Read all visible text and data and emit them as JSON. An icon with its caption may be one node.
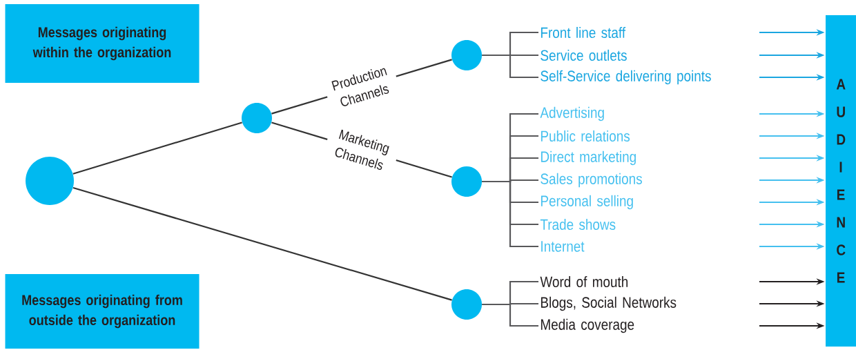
{
  "diagram": {
    "nodes": [
      {
        "text": [
          "Messages originating within the organization"
        ]
      },
      {
        "text": [
          "Messages originating from outside the organization"
        ]
      },
      {
        "text": [],
        "shape": "circle"
      },
      {
        "text": [],
        "shape": "circle"
      },
      {
        "text": [],
        "shape": "circle"
      },
      {
        "text": [],
        "shape": "circle"
      },
      {
        "text": [],
        "shape": "circle"
      },
      {
        "text": [
          "Front line staff"
        ]
      },
      {
        "text": [
          "Service outlets"
        ]
      },
      {
        "text": [
          "Self-Service delivering points"
        ]
      },
      {
        "text": [
          "Advertising"
        ]
      },
      {
        "text": [
          "Public relations"
        ]
      },
      {
        "text": [
          "Direct marketing"
        ]
      },
      {
        "text": [
          "Sales promotions"
        ]
      },
      {
        "text": [
          "Personal selling"
        ]
      },
      {
        "text": [
          "Trade shows"
        ]
      },
      {
        "text": [
          "Internet"
        ]
      },
      {
        "text": [
          "Word of mouth"
        ]
      },
      {
        "text": [
          "Blogs, Social Networks"
        ]
      },
      {
        "text": [
          "Media coverage"
        ]
      },
      {
        "text": [
          "AUDIENCE"
        ]
      }
    ],
    "edges": [
      {
        "from": 2,
        "to": 3,
        "arrow": "none"
      },
      {
        "from": 2,
        "to": 6,
        "arrow": "none"
      },
      {
        "from": 3,
        "to": 4,
        "arrow": "none",
        "label": "Production Channels"
      },
      {
        "from": 3,
        "to": 5,
        "arrow": "none",
        "label": "Marketing Channels"
      },
      {
        "from": 4,
        "to": 7,
        "arrow": "none"
      },
      {
        "from": 4,
        "to": 8,
        "arrow": "none"
      },
      {
        "from": 4,
        "to": 9,
        "arrow": "none"
      },
      {
        "from": 5,
        "to": 10,
        "arrow": "none"
      },
      {
        "from": 5,
        "to": 11,
        "arrow": "none"
      },
      {
        "from": 5,
        "to": 12,
        "arrow": "none"
      },
      {
        "from": 5,
        "to": 13,
        "arrow": "none"
      },
      {
        "from": 5,
        "to": 14,
        "arrow": "none"
      },
      {
        "from": 5,
        "to": 15,
        "arrow": "none"
      },
      {
        "from": 5,
        "to": 16,
        "arrow": "none"
      },
      {
        "from": 6,
        "to": 17,
        "arrow": "none"
      },
      {
        "from": 6,
        "to": 18,
        "arrow": "none"
      },
      {
        "from": 6,
        "to": 19,
        "arrow": "none"
      },
      {
        "from": null,
        "to": 20,
        "arrow": "to",
        "color": "#1aa6e0"
      },
      {
        "from": null,
        "to": 20,
        "arrow": "to",
        "color": "#1aa6e0"
      },
      {
        "from": null,
        "to": 20,
        "arrow": "to",
        "color": "#1aa6e0"
      },
      {
        "from": null,
        "to": 20,
        "arrow": "to",
        "color": "#45c0ef"
      },
      {
        "from": null,
        "to": 20,
        "arrow": "to",
        "color": "#45c0ef"
      },
      {
        "from": null,
        "to": 20,
        "arrow": "to",
        "color": "#45c0ef"
      },
      {
        "from": null,
        "to": 20,
        "arrow": "to",
        "color": "#45c0ef"
      },
      {
        "from": null,
        "to": 20,
        "arrow": "to",
        "color": "#45c0ef"
      },
      {
        "from": null,
        "to": 20,
        "arrow": "to",
        "color": "#45c0ef"
      },
      {
        "from": null,
        "to": 20,
        "arrow": "to",
        "color": "#45c0ef"
      },
      {
        "from": null,
        "to": 20,
        "arrow": "to",
        "color": "#231f20"
      },
      {
        "from": null,
        "to": 20,
        "arrow": "to",
        "color": "#231f20"
      },
      {
        "from": null,
        "to": 20,
        "arrow": "to",
        "color": "#231f20"
      }
    ]
  }
}
